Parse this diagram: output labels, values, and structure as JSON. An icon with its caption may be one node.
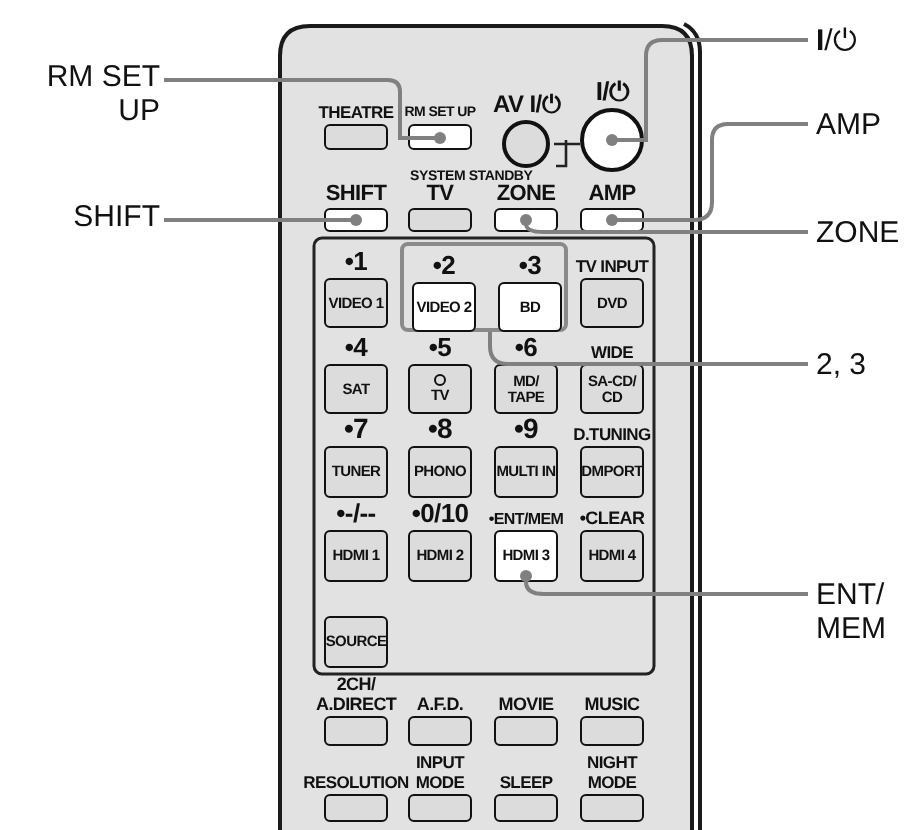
{
  "diagram": {
    "nodes": [
      {
        "text": [
          "RM SET UP"
        ]
      },
      {
        "text": [
          "SHIFT"
        ]
      },
      {
        "text": [
          "**I**/⏻"
        ]
      },
      {
        "text": [
          "AMP"
        ]
      },
      {
        "text": [
          "ZONE"
        ]
      },
      {
        "text": [
          "2, 3"
        ]
      },
      {
        "text": [
          "ENT/ MEM"
        ]
      },
      {
        "text": [
          "THEATRE"
        ]
      },
      {
        "text": [
          "RM SET UP"
        ]
      },
      {
        "text": [
          "AV I/⏻"
        ]
      },
      {
        "text": [
          "I/⏻"
        ]
      },
      {
        "text": [
          "SHIFT"
        ]
      },
      {
        "text": [
          "TV"
        ]
      },
      {
        "text": [
          "ZONE"
        ]
      },
      {
        "text": [
          "AMP"
        ]
      },
      {
        "text": [
          "•1",
          "VIDEO 1"
        ]
      },
      {
        "text": [],
        "shape": "box"
      },
      {
        "text": [
          "•2",
          "VIDEO 2"
        ],
        "in": 16
      },
      {
        "text": [
          "•3",
          "BD"
        ],
        "in": 16
      },
      {
        "text": [
          "TV INPUT",
          "DVD"
        ]
      },
      {
        "text": [
          "•4",
          "SAT"
        ]
      },
      {
        "text": [
          "•5",
          "TV"
        ]
      },
      {
        "text": [
          "•6",
          "MD/ TAPE"
        ]
      },
      {
        "text": [
          "WIDE",
          "SA-CD/ CD"
        ]
      },
      {
        "text": [
          "•7",
          "TUNER"
        ]
      },
      {
        "text": [
          "•8",
          "PHONO"
        ]
      },
      {
        "text": [
          "•9",
          "MULTI IN"
        ]
      },
      {
        "text": [
          "D.TUNING",
          "DMPORT"
        ]
      },
      {
        "text": [
          "•-/--",
          "HDMI 1"
        ]
      },
      {
        "text": [
          "•0/10",
          "HDMI 2"
        ]
      },
      {
        "text": [
          "•ENT/MEM",
          "HDMI 3"
        ]
      },
      {
        "text": [
          "•CLEAR",
          "HDMI 4"
        ]
      },
      {
        "text": [
          "SOURCE"
        ]
      },
      {
        "text": [
          "2CH/ A.DIRECT"
        ]
      },
      {
        "text": [
          "A.F.D."
        ]
      },
      {
        "text": [
          "MOVIE"
        ]
      },
      {
        "text": [
          "MUSIC"
        ]
      },
      {
        "text": [
          "RESOLUTION"
        ]
      },
      {
        "text": [
          "INPUT MODE"
        ]
      },
      {
        "text": [
          "SLEEP"
        ]
      },
      {
        "text": [
          "NIGHT MODE"
        ]
      }
    ],
    "edges": [
      {
        "from": 0,
        "to": 8,
        "arrow": "other"
      },
      {
        "from": 1,
        "to": 11,
        "arrow": "other"
      },
      {
        "from": 2,
        "to": 10,
        "arrow": "other"
      },
      {
        "from": 3,
        "to": 14,
        "arrow": "other"
      },
      {
        "from": 4,
        "to": 13,
        "arrow": "other"
      },
      {
        "from": 5,
        "to": 16,
        "arrow": "none"
      },
      {
        "from": 6,
        "to": 30,
        "arrow": "other"
      },
      {
        "from": 9,
        "to": 10,
        "arrow": "none",
        "label": "SYSTEM STANDBY",
        "color": "#222222"
      }
    ]
  }
}
